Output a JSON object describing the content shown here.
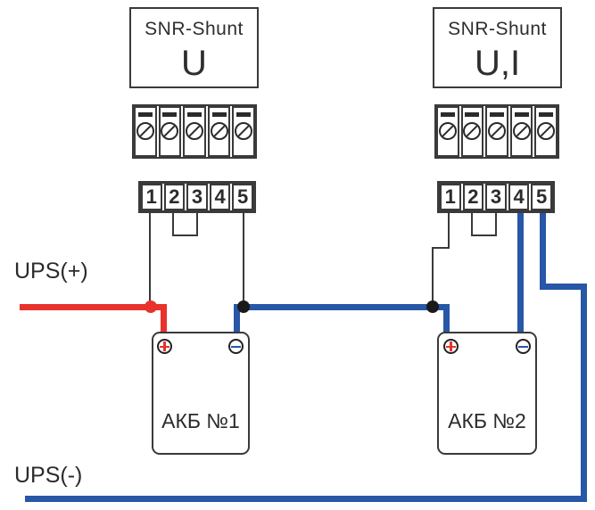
{
  "colors": {
    "positive": "#e8322b",
    "negative": "#2757a6",
    "line": "#3a3a3a"
  },
  "shunt1": {
    "title": "SNR-Shunt",
    "mode": "U",
    "terminals": [
      "1",
      "2",
      "3",
      "4",
      "5"
    ]
  },
  "shunt2": {
    "title": "SNR-Shunt",
    "mode": "U,I",
    "terminals": [
      "1",
      "2",
      "3",
      "4",
      "5"
    ]
  },
  "battery1": {
    "label": "АКБ №1",
    "plus": "+",
    "minus": "−"
  },
  "battery2": {
    "label": "АКБ №2",
    "plus": "+",
    "minus": "−"
  },
  "labels": {
    "ups_positive": "UPS(+)",
    "ups_negative": "UPS(-)"
  }
}
